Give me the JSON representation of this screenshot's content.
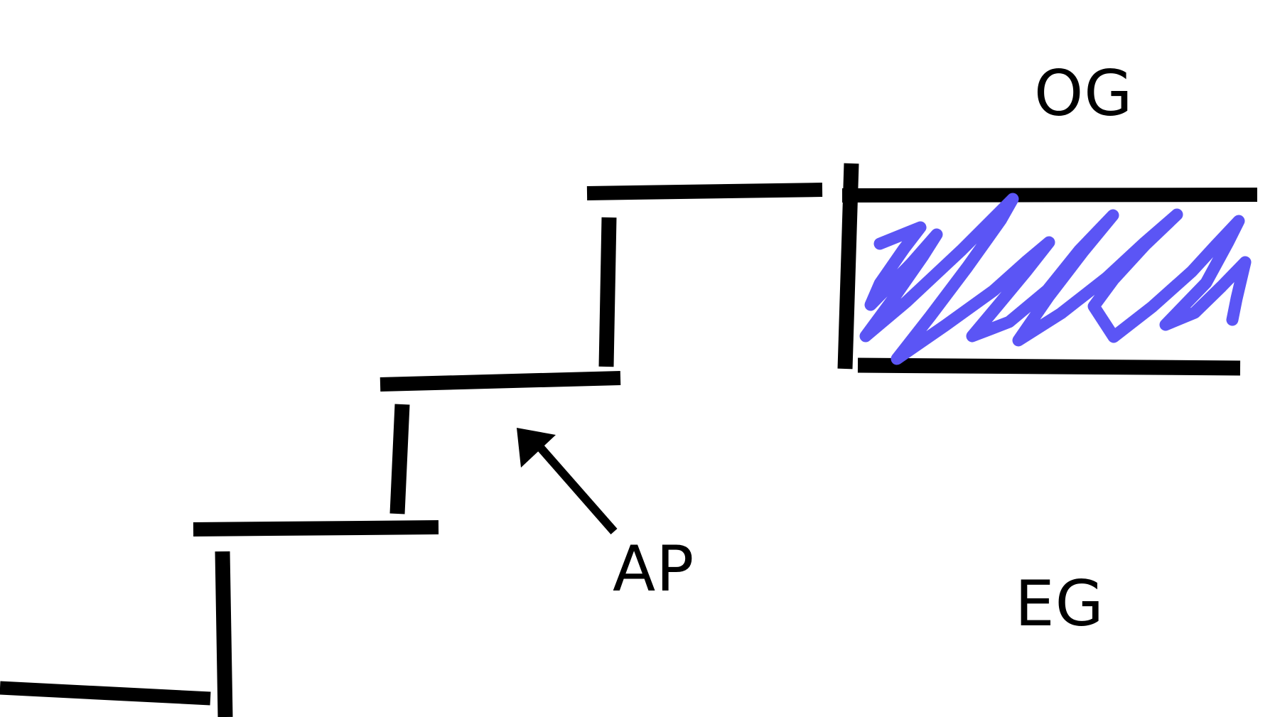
{
  "labels": {
    "og": "OG",
    "ap": "AP",
    "eg": "EG"
  },
  "colors": {
    "stroke": "#000000",
    "hatch": "#5b55f5",
    "background": "#ffffff"
  }
}
